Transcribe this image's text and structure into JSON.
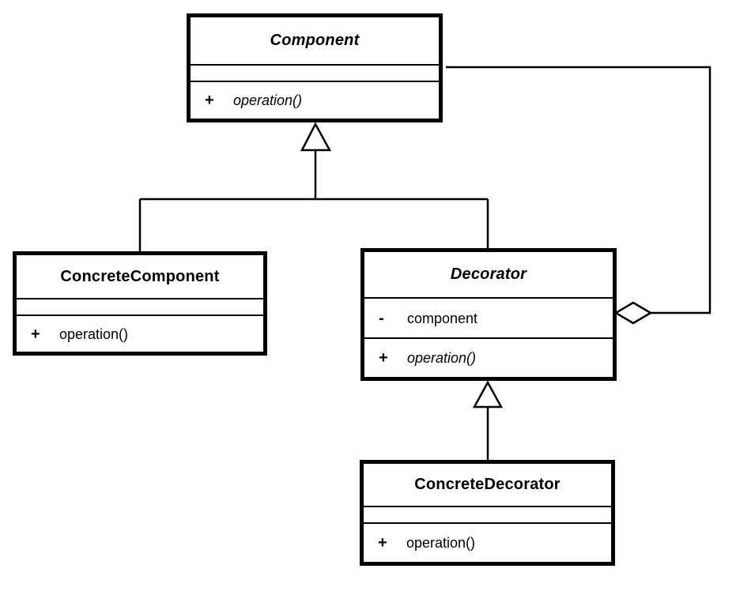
{
  "diagram": {
    "kind": "uml-class-diagram",
    "pattern": "Decorator",
    "colors": {
      "stroke": "#000000",
      "background": "#ffffff",
      "box_fill": "#ffffff"
    }
  },
  "classes": {
    "component": {
      "name": "Component",
      "abstract": true,
      "attributes": [],
      "operations": [
        {
          "visibility": "+",
          "name": "operation()",
          "abstract": true
        }
      ]
    },
    "concrete_component": {
      "name": "ConcreteComponent",
      "abstract": false,
      "attributes": [],
      "operations": [
        {
          "visibility": "+",
          "name": "operation()",
          "abstract": false
        }
      ]
    },
    "decorator": {
      "name": "Decorator",
      "abstract": true,
      "attributes": [
        {
          "visibility": "-",
          "name": "component"
        }
      ],
      "operations": [
        {
          "visibility": "+",
          "name": "operation()",
          "abstract": true
        }
      ]
    },
    "concrete_decorator": {
      "name": "ConcreteDecorator",
      "abstract": false,
      "attributes": [],
      "operations": [
        {
          "visibility": "+",
          "name": "operation()",
          "abstract": false
        }
      ]
    }
  },
  "relationships": [
    {
      "type": "generalization",
      "from": "ConcreteComponent",
      "to": "Component"
    },
    {
      "type": "generalization",
      "from": "Decorator",
      "to": "Component"
    },
    {
      "type": "generalization",
      "from": "ConcreteDecorator",
      "to": "Decorator"
    },
    {
      "type": "aggregation",
      "owner": "Decorator",
      "part": "Component"
    }
  ]
}
